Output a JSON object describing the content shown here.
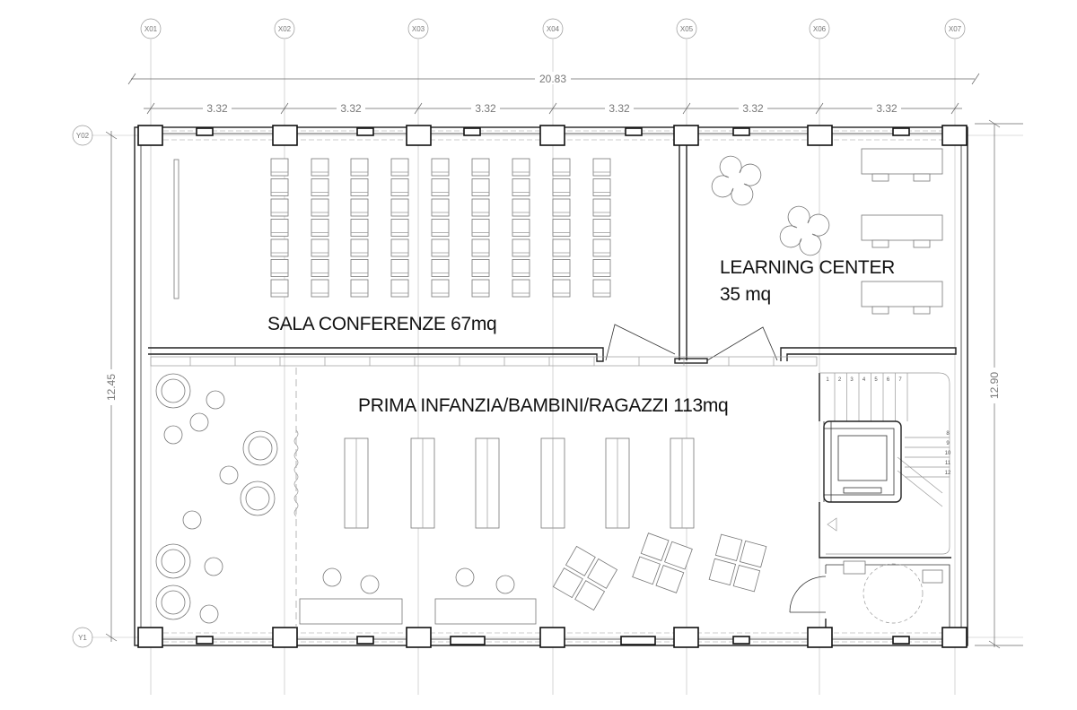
{
  "rooms": {
    "conference": "SALA CONFERENZE 67mq",
    "learning_line1": "LEARNING CENTER",
    "learning_line2": "35 mq",
    "children": "PRIMA INFANZIA/BAMBINI/RAGAZZI 113mq"
  },
  "dimensions": {
    "overall_width": "20.83",
    "bay": "3.32",
    "height_left": "12.45",
    "height_right": "12.90"
  },
  "axes": {
    "columns": [
      "X01",
      "X02",
      "X03",
      "X04",
      "X05",
      "X06",
      "X07"
    ],
    "rows": [
      "Y02",
      "Y1"
    ]
  },
  "stairs": {
    "top_steps": [
      "1",
      "2",
      "3",
      "4",
      "5",
      "6",
      "7"
    ],
    "side_steps": [
      "8",
      "9",
      "10",
      "11",
      "12"
    ]
  }
}
